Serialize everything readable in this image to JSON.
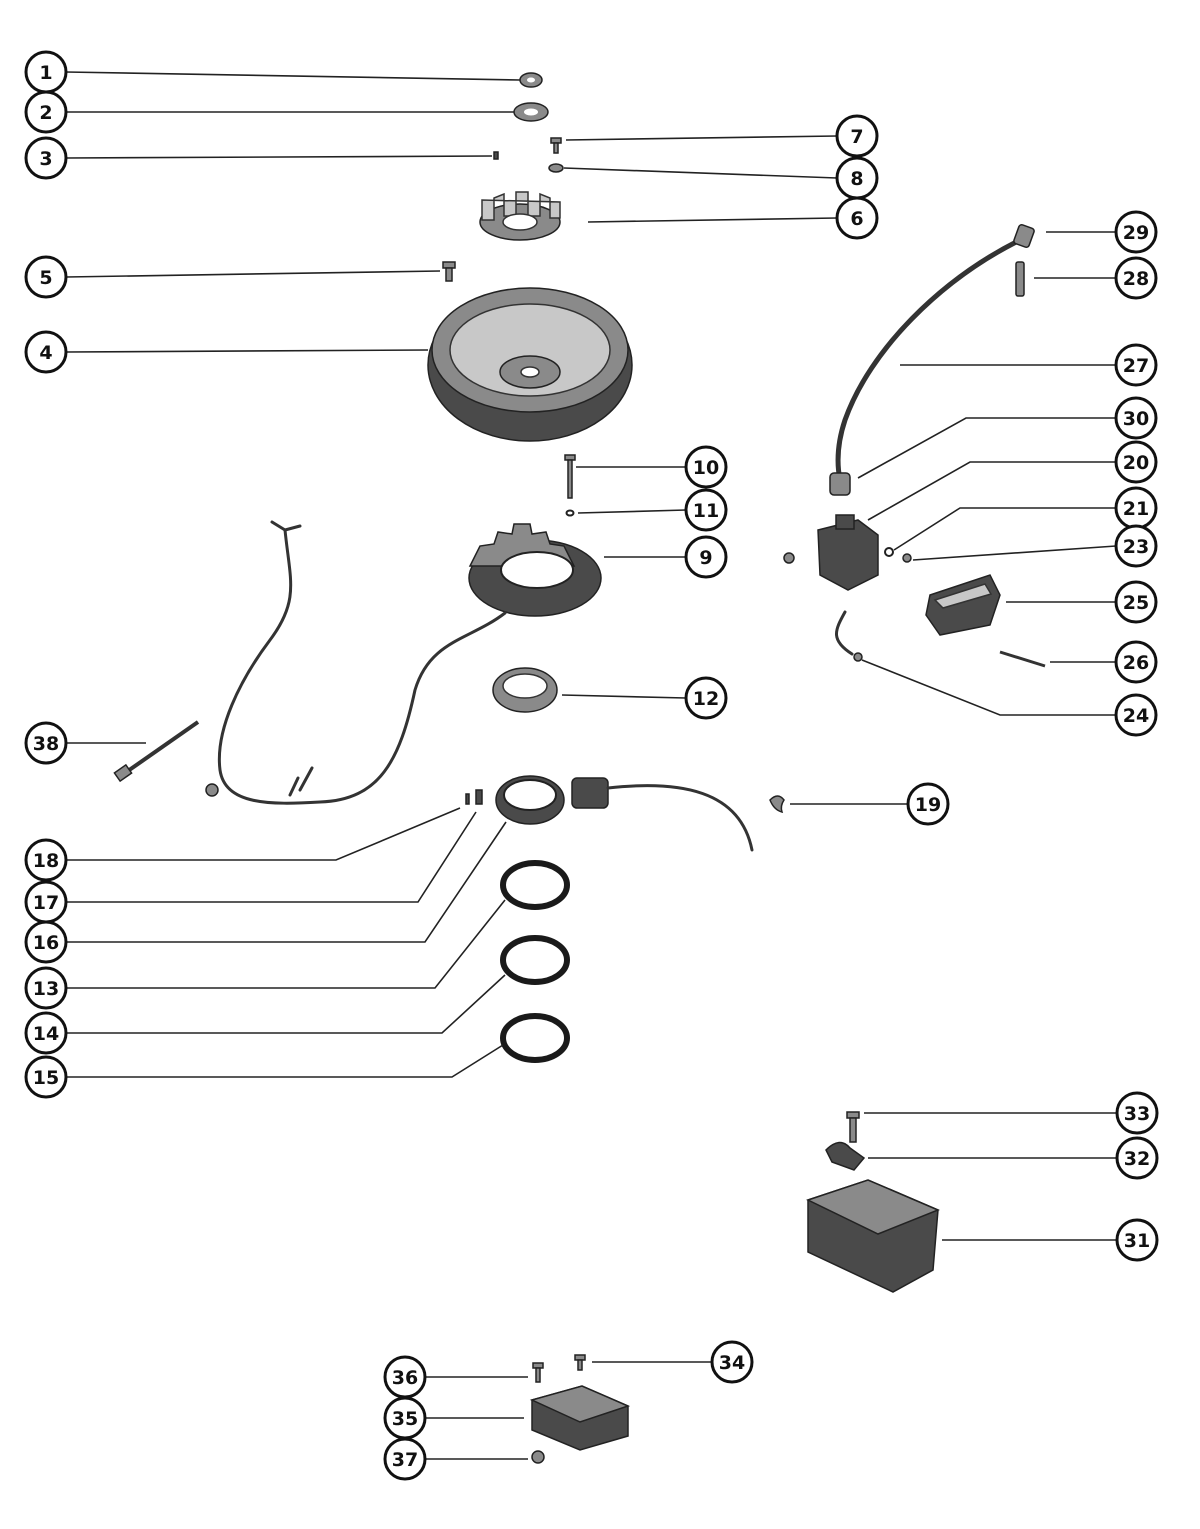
{
  "callouts": {
    "c1": "1",
    "c2": "2",
    "c3": "3",
    "c4": "4",
    "c5": "5",
    "c6": "6",
    "c7": "7",
    "c8": "8",
    "c9": "9",
    "c10": "10",
    "c11": "11",
    "c12": "12",
    "c13": "13",
    "c14": "14",
    "c15": "15",
    "c16": "16",
    "c17": "17",
    "c18": "18",
    "c19": "19",
    "c20": "20",
    "c21": "21",
    "c23": "23",
    "c24": "24",
    "c25": "25",
    "c26": "26",
    "c27": "27",
    "c28": "28",
    "c29": "29",
    "c30": "30",
    "c31": "31",
    "c32": "32",
    "c33": "33",
    "c34": "34",
    "c35": "35",
    "c36": "36",
    "c37": "37",
    "c38": "38"
  },
  "colors": {
    "ink": "#111111",
    "part_dark": "#4a4a4a",
    "part_mid": "#8a8a8a",
    "part_light": "#c8c8c8"
  }
}
